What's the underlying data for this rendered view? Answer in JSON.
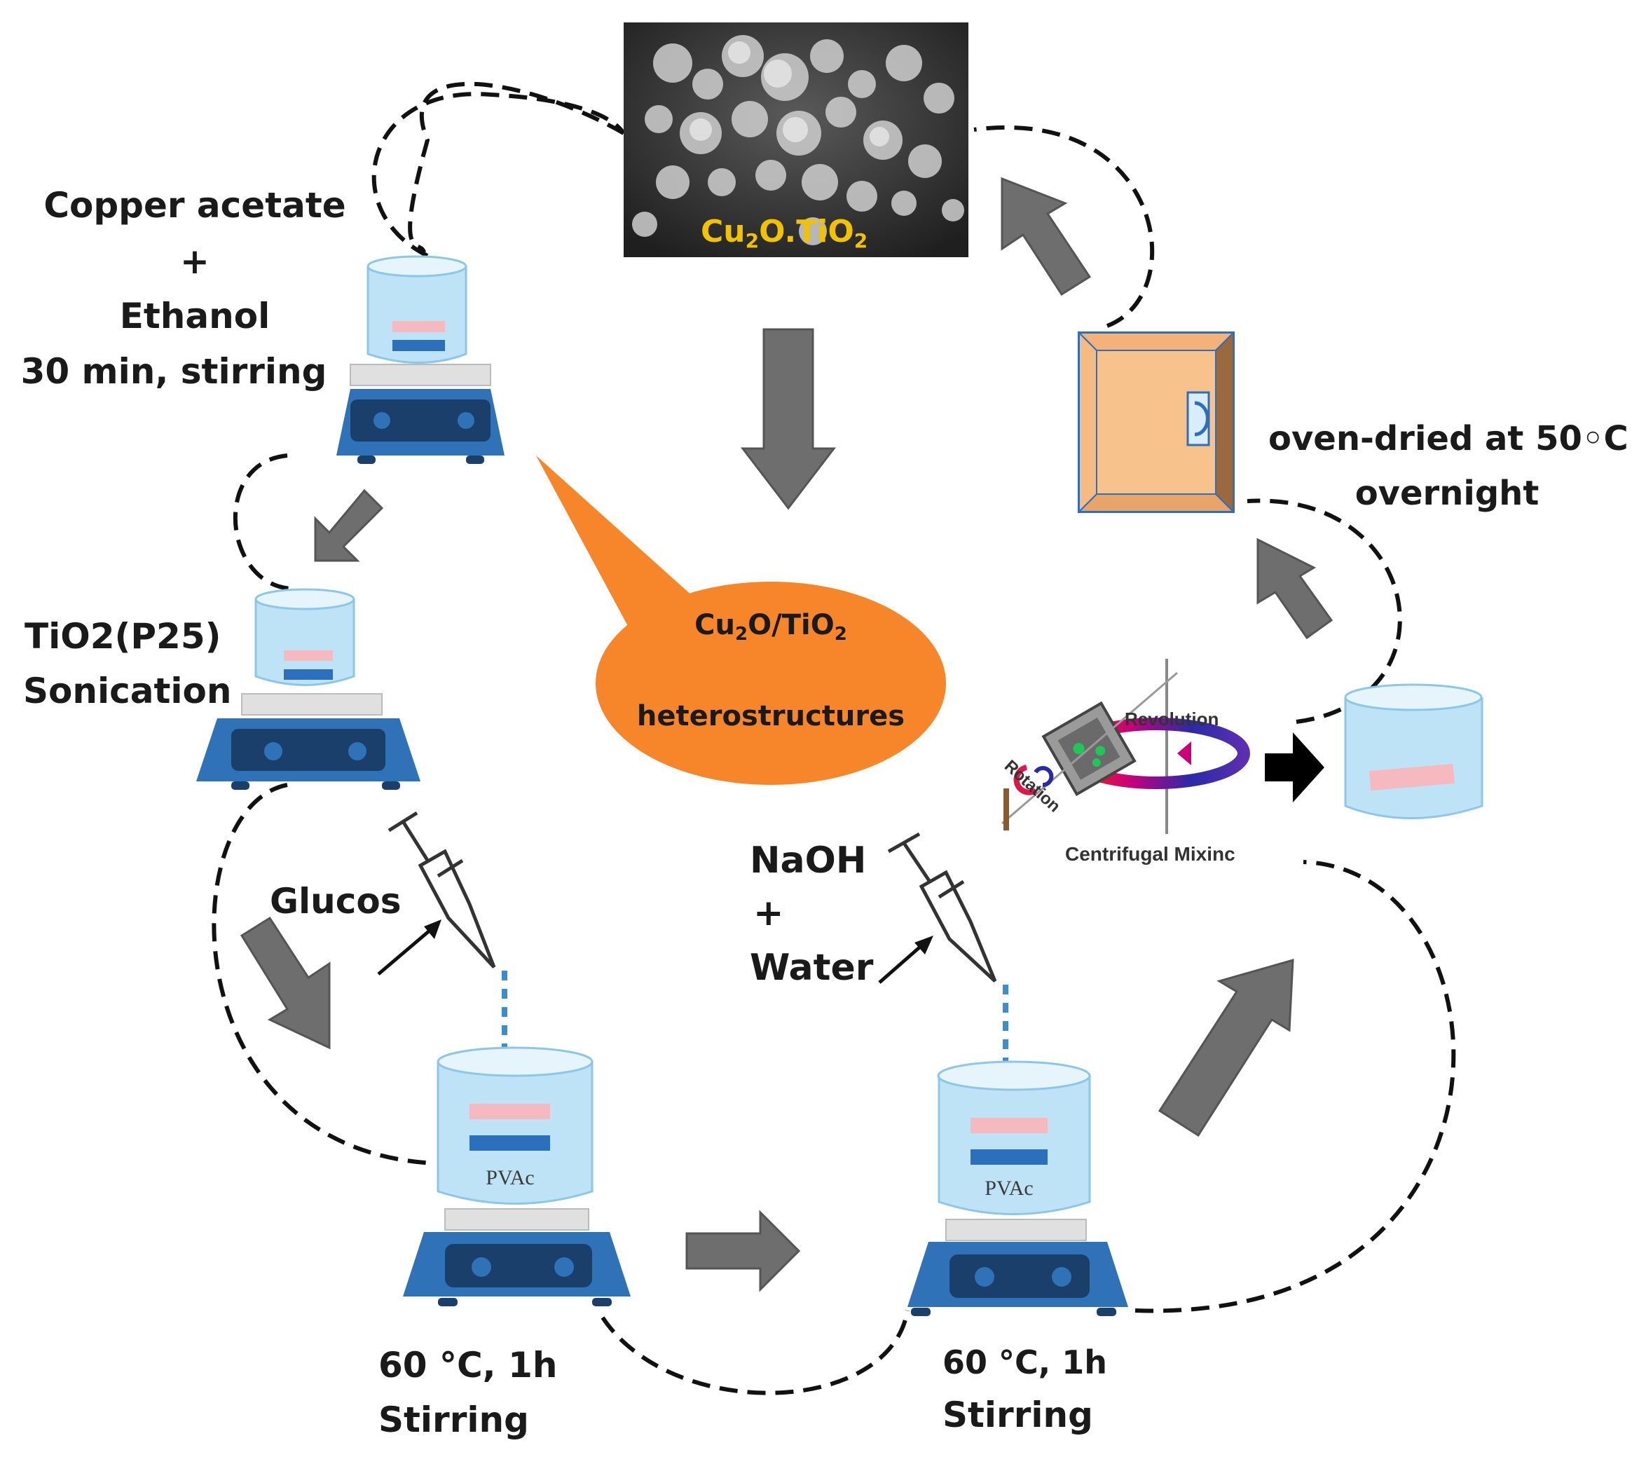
{
  "labels": {
    "step1_line1": "Copper acetate",
    "step1_line2": "+",
    "step1_line3": "Ethanol",
    "step1_line4": "30 min, stirring",
    "step2_line1": "TiO2(P25)",
    "step2_line2": "Sonication",
    "glucose": "Glucos",
    "naoh_line1": "NaOH",
    "naoh_line2": "+",
    "naoh_line3": "Water",
    "step3_line1": "60 °C, 1h",
    "step3_line2": "Stirring",
    "step4_line1": "60 °C, 1h",
    "step4_line2": "Stirring",
    "oven_line1": "oven-dried at 50◦C",
    "oven_line2": "overnight",
    "bubble_line1_main": "Cu",
    "bubble_line1_sub": "2",
    "bubble_line1_rest": "O/TiO",
    "bubble_line1_sub2": "2",
    "bubble_line2": "heterostructures",
    "sem_main": "Cu",
    "sem_sub1": "2",
    "sem_mid": "O.TiO",
    "sem_sub2": "2",
    "pvac_a": "PVAc",
    "pvac_b": "PVAc",
    "revolution": "Revolution",
    "rotation": "Rotation",
    "centrifugal": "Centrifugal Mixinc"
  },
  "colors": {
    "arrow_gray": "#6e6e6e",
    "hotplate_blue": "#2f72b8",
    "hotplate_dark": "#1a3f6b",
    "beaker_fill": "#bfe3f6",
    "bubble_orange": "#f7852a",
    "oven_fill": "#f8c28c",
    "sem_label": "#f2c200"
  }
}
